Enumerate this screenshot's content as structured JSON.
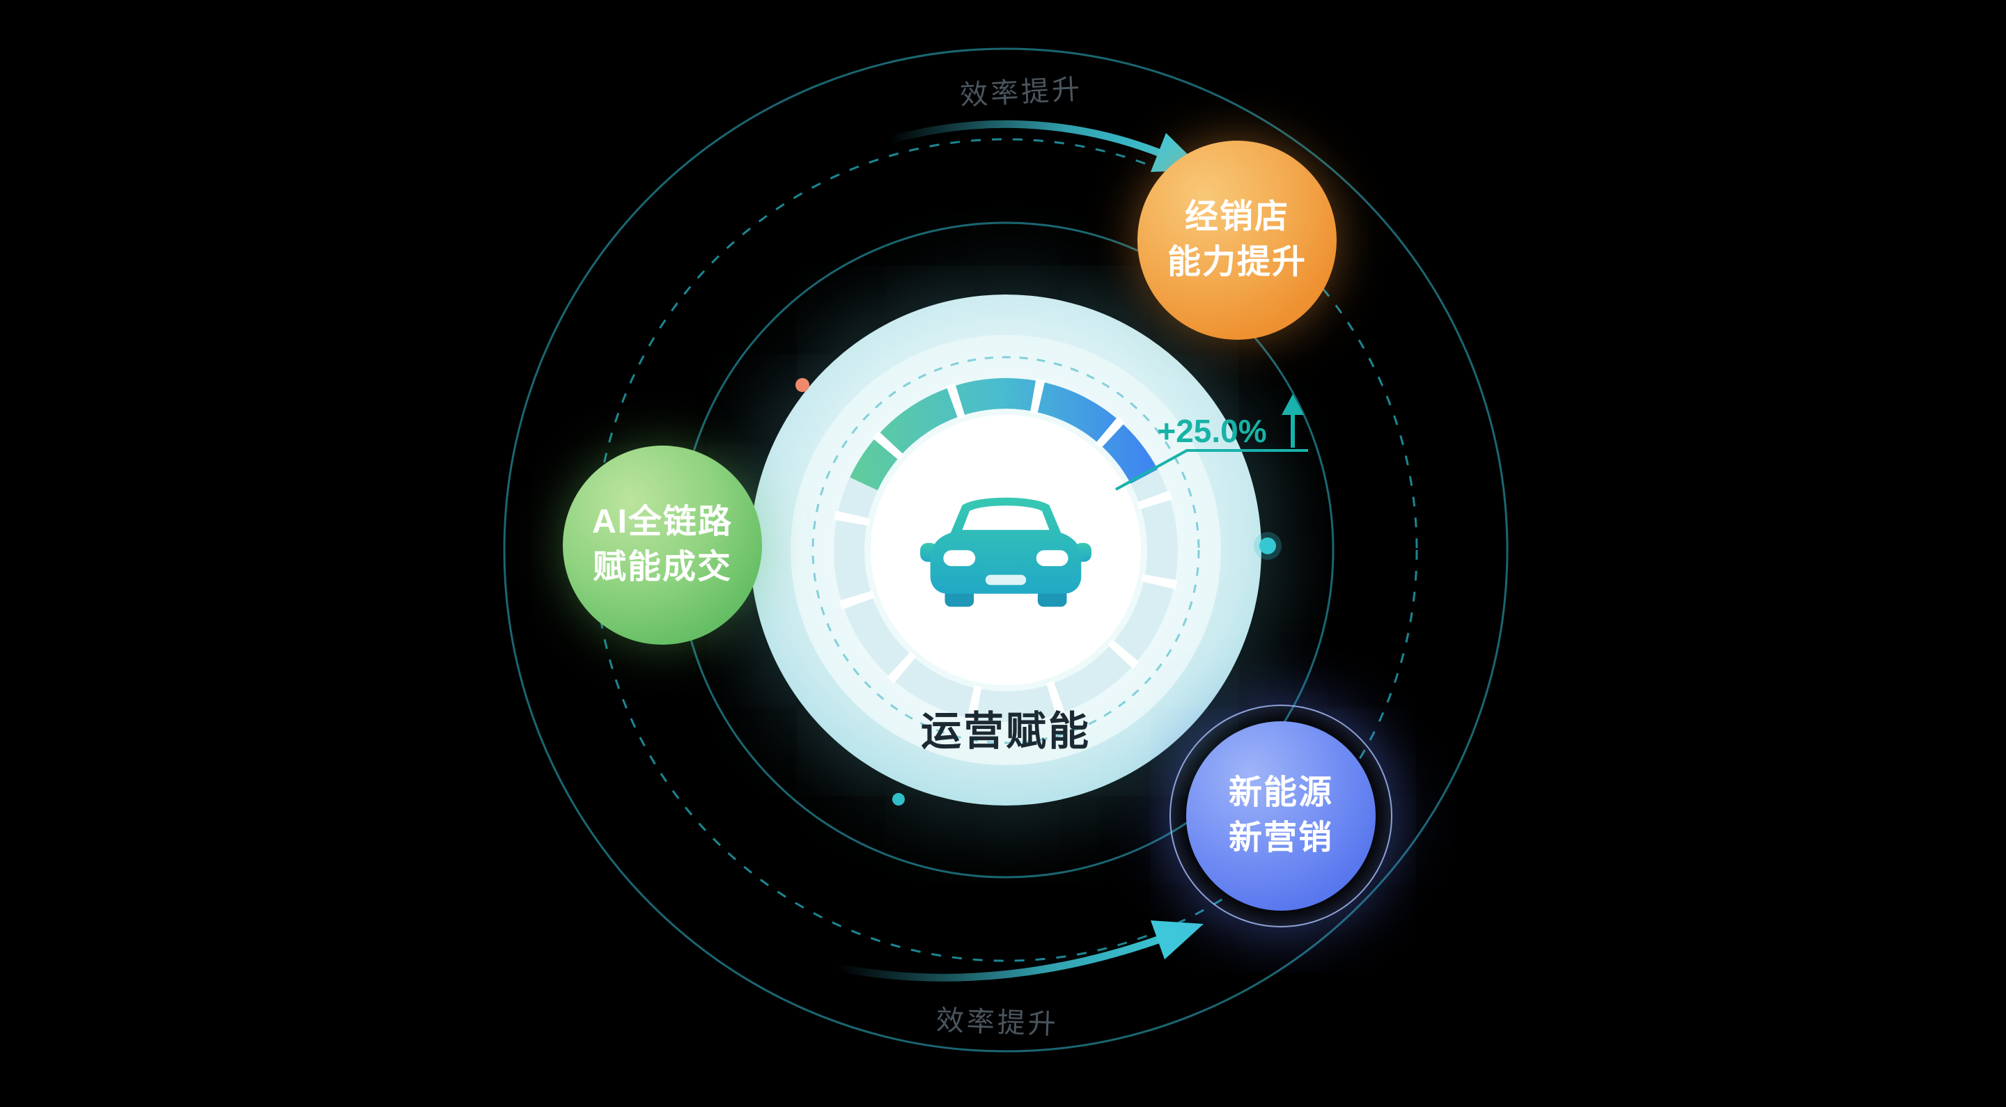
{
  "center": {
    "label": "运营赋能",
    "metric": "+25.0%"
  },
  "satellites": {
    "dealer": {
      "line1": "经销店",
      "line2": "能力提升"
    },
    "ai": {
      "line1": "AI全链路",
      "line2": "赋能成交"
    },
    "nev": {
      "line1": "新能源",
      "line2": "新营销"
    }
  },
  "flow": {
    "top_label": "效率提升",
    "bottom_label": "效率提升"
  },
  "colors": {
    "background": "#000000",
    "orbit_ring": "#1B6B77",
    "orbit_ring_dashed": "#1E8D9A",
    "flow_arrow": "#3EC9DA",
    "metric_teal": "#17B3A6",
    "gauge_gradient_start": "#5FCB9F",
    "gauge_gradient_end": "#3F87F0",
    "car_teal": "#2BBCAE",
    "dealer_orange": "#EE9130",
    "ai_green": "#67BF66",
    "nev_blue": "#5A78EE",
    "center_label_dark": "#1B2A32",
    "flow_label_gray": "#4A555D",
    "accent_dot_orange": "#EE8A6B",
    "accent_dot_teal": "#35C8D2"
  }
}
